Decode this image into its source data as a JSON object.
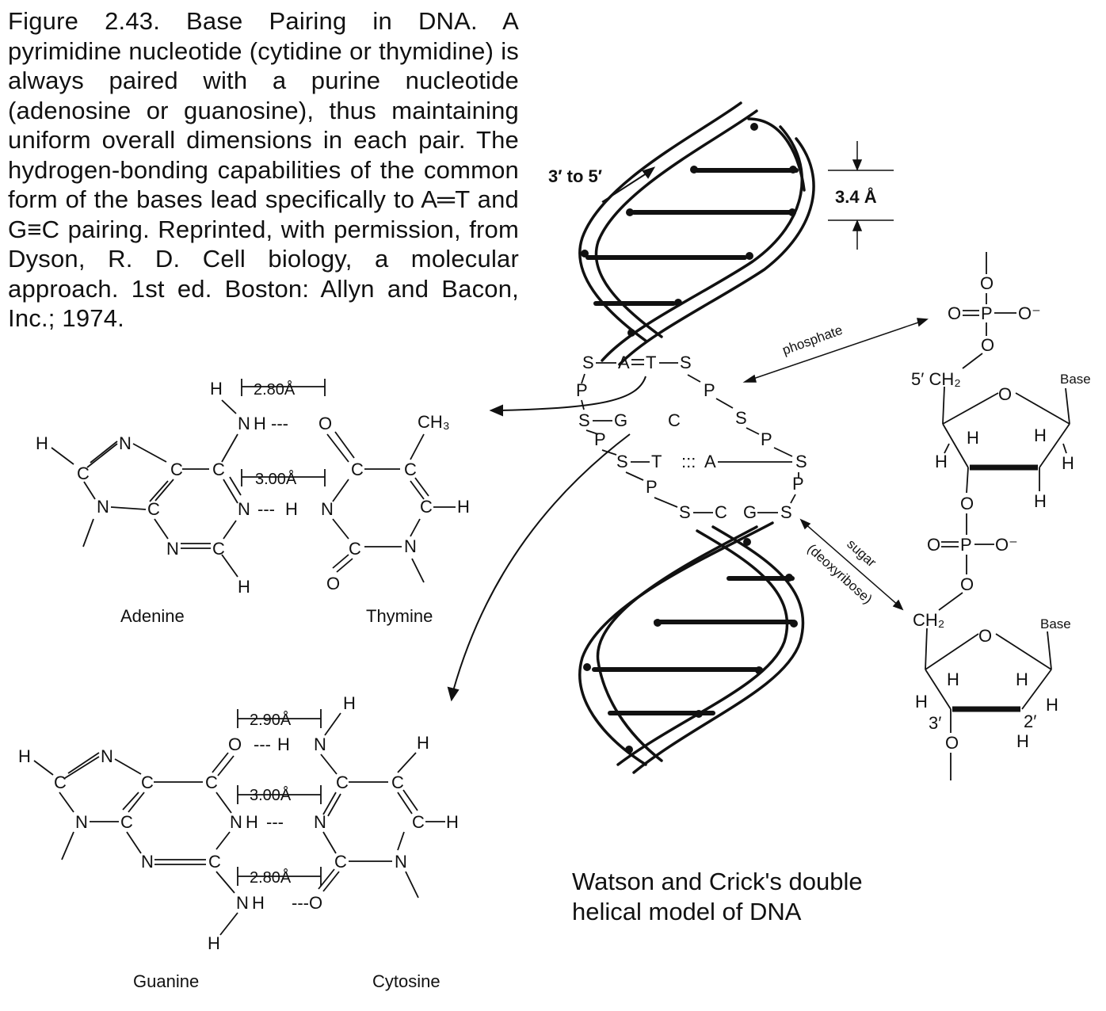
{
  "caption": "Figure 2.43. Base Pairing in DNA. A pyrimidine nucleotide (cytidine or thymidine) is always paired with a purine nucleotide (adenosine or guanosine), thus maintaining uniform overall dimensions in each pair. The hydrogen-bonding capabilities of the common form of the bases lead specifically to A═T and G≡C pairing. Reprinted, with permission, from Dyson, R. D. Cell biology, a molecular approach. 1st ed. Boston: Allyn and Bacon, Inc.; 1974.",
  "model_title_line1": "Watson and Crick's double",
  "model_title_line2": "helical model of DNA",
  "helix": {
    "direction_label": "3′ to 5′",
    "spacing_label": "3.4 Å"
  },
  "ladder": {
    "S": "S",
    "P": "P",
    "A": "A",
    "T": "T",
    "G": "G",
    "C": "C",
    "bond_double": "=",
    "bond_triple": ":::"
  },
  "annotations": {
    "phosphate": "phosphate",
    "sugar": "sugar",
    "deoxyribose": "(deoxyribose)"
  },
  "base_pairs": {
    "adenine": "Adenine",
    "thymine": "Thymine",
    "guanine": "Guanine",
    "cytosine": "Cytosine",
    "at_dist_1": "2.80Å",
    "at_dist_2": "3.00Å",
    "gc_dist_1": "2.90Å",
    "gc_dist_2": "3.00Å",
    "gc_dist_3": "2.80Å"
  },
  "atoms": {
    "H": "H",
    "N": "N",
    "C": "C",
    "O": "O",
    "CH3": "CH₃",
    "hbond": "---",
    "hbond2": "---O"
  },
  "sugar_backbone": {
    "O": "O",
    "P": "P",
    "Ominus": "O⁻",
    "Oeq": "O",
    "CH2_5": "5′ CH₂",
    "CH2": "CH₂",
    "base": "Base",
    "H": "H",
    "three_prime": "3′",
    "two_prime": "2′"
  }
}
